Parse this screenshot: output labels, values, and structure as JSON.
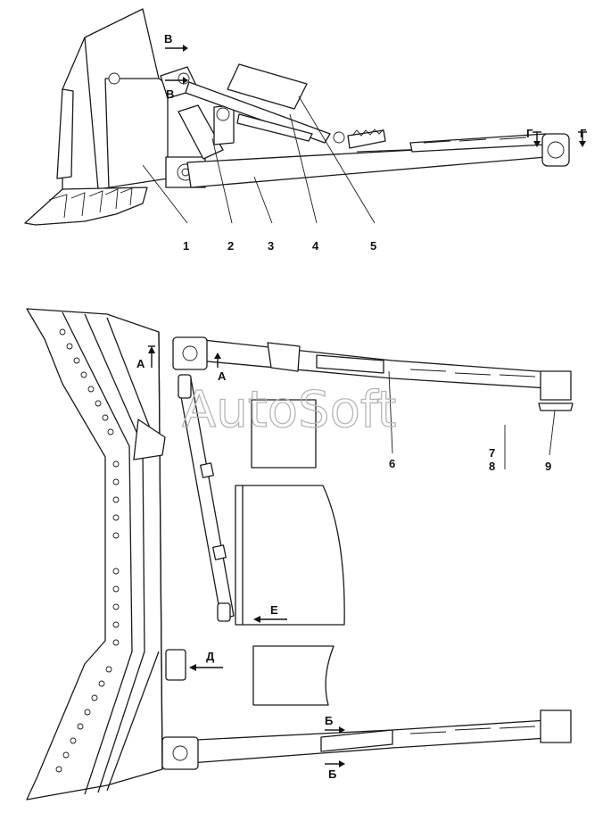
{
  "callouts": [
    "1",
    "2",
    "3",
    "4",
    "5",
    "6",
    "7",
    "8",
    "9"
  ],
  "views": {
    "a": "А",
    "b": "Б",
    "v": "В",
    "g": "Г",
    "d": "Д",
    "e": "Е"
  },
  "watermark": "AutoSoft"
}
